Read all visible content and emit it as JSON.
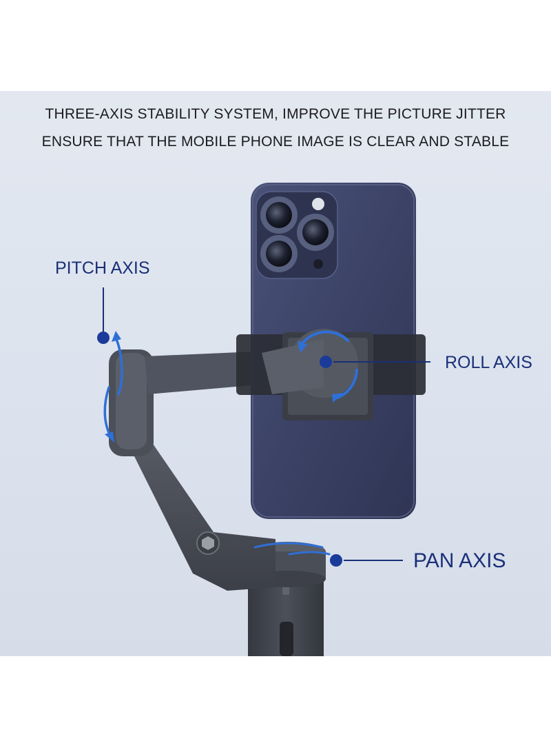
{
  "headline": {
    "line1": "THREE-AXIS STABILITY SYSTEM, IMPROVE THE PICTURE JITTER",
    "line2": "ENSURE THAT THE MOBILE PHONE IMAGE IS CLEAR AND STABLE"
  },
  "axes": {
    "pitch": "PITCH AXIS",
    "roll": "ROLL AXIS",
    "pan": "PAN AXIS"
  },
  "colors": {
    "label_text": "#1a2f78",
    "arrow_blue": "#2f6fd6",
    "phone_body": "#3d4466",
    "gimbal_body": "#4a4e57"
  }
}
